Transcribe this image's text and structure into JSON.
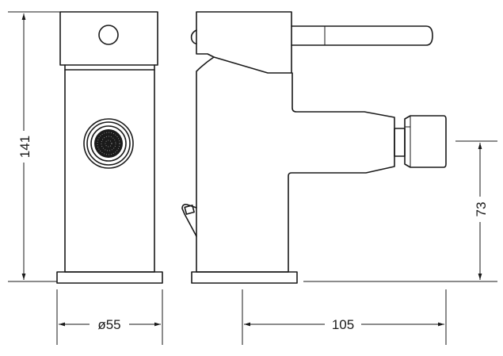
{
  "dimensions": {
    "height_total": "141",
    "base_diameter": "ø55",
    "spout_reach": "105",
    "spout_height": "73"
  },
  "colors": {
    "line": "#1a1a1a",
    "background": "#ffffff"
  },
  "icons": {
    "front_aerator": "aerator-swivel-nozzle",
    "side_waste_lever": "pop-up-waste-lever"
  }
}
